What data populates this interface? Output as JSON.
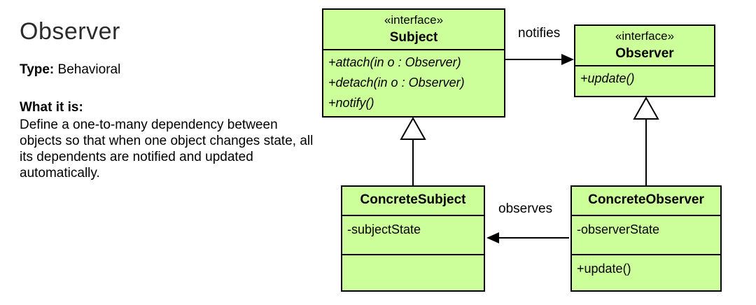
{
  "left_panel": {
    "title": "Observer",
    "type_label": "Type:",
    "type_value": "Behavioral",
    "what_label": "What it is:",
    "description": "Define a one-to-many dependency between objects so that when one object changes state, all its dependents are notified and updated automatically."
  },
  "diagram": {
    "colors": {
      "class_fill": "#ccff99",
      "border": "#000000",
      "background": "#ffffff"
    },
    "labels": {
      "notifies": "notifies",
      "observes": "observes"
    },
    "classes": {
      "subject": {
        "stereotype": "«interface»",
        "name": "Subject",
        "operations": [
          "+attach(in o : Observer)",
          "+detach(in o : Observer)",
          "+notify()"
        ]
      },
      "observer": {
        "stereotype": "«interface»",
        "name": "Observer",
        "operations": [
          "+update()"
        ]
      },
      "concrete_subject": {
        "name": "ConcreteSubject",
        "attributes": [
          "-subjectState"
        ]
      },
      "concrete_observer": {
        "name": "ConcreteObserver",
        "attributes": [
          "-observerState"
        ],
        "operations": [
          "+update()"
        ]
      }
    }
  }
}
